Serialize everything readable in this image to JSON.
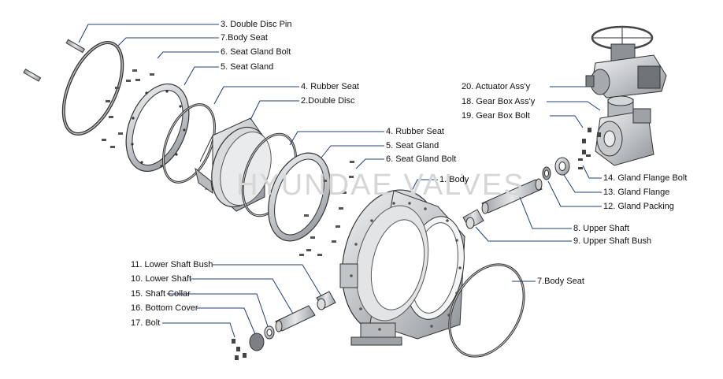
{
  "watermark": "HYUNDAE VALVES",
  "labels": {
    "double_disc_pin": "3. Double Disc Pin",
    "body_seat_top": "7.Body Seat",
    "seat_gland_bolt_top": "6. Seat Gland Bolt",
    "seat_gland_top": "5. Seat Gland",
    "rubber_seat_top": "4. Rubber Seat",
    "double_disc": "2.Double Disc",
    "rubber_seat_mid": "4. Rubber Seat",
    "seat_gland_mid": "5. Seat Gland",
    "seat_gland_bolt_mid": "6. Seat Gland Bolt",
    "body": "1. Body",
    "actuator": "20. Actuator Ass'y",
    "gear_box": "18. Gear Box  Ass'y",
    "gear_box_bolt": "19. Gear Box Bolt",
    "gland_flange_bolt": "14. Gland Flange Bolt",
    "gland_flange": "13. Gland Flange",
    "gland_packing": "12. Gland Packing",
    "upper_shaft": "8. Upper Shaft",
    "upper_shaft_bush": "9. Upper Shaft Bush",
    "body_seat_bottom": "7.Body Seat",
    "lower_shaft_bush": "11. Lower Shaft Bush",
    "lower_shaft": "10. Lower Shaft",
    "shaft_collar": "15. Shaft Collar",
    "bottom_cover": "16. Bottom Cover",
    "bolt": "17. Bolt"
  },
  "colors": {
    "leader": "#1f3f7a",
    "part_stroke": "#3a3a3a",
    "part_fill": "#c8cacc",
    "part_light": "#e4e6e8",
    "part_dark": "#8c9094"
  }
}
